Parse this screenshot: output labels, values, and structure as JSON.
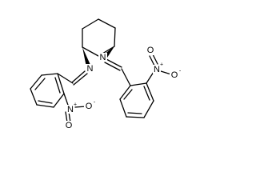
{
  "molecule": {
    "atoms": {
      "imine_n_left": {
        "symbol": "N"
      },
      "imine_n_right": {
        "symbol": "N"
      },
      "nitro_left": {
        "n": "N",
        "n_charge": "+",
        "o_top": "O",
        "o_side": "O",
        "o_charge": "-"
      },
      "nitro_right": {
        "n": "N",
        "n_charge": "+",
        "o_top": "O",
        "o_side": "O",
        "o_charge": "-"
      }
    },
    "colors": {
      "bond": "#000000",
      "label": "#000000",
      "background": "#ffffff"
    }
  }
}
